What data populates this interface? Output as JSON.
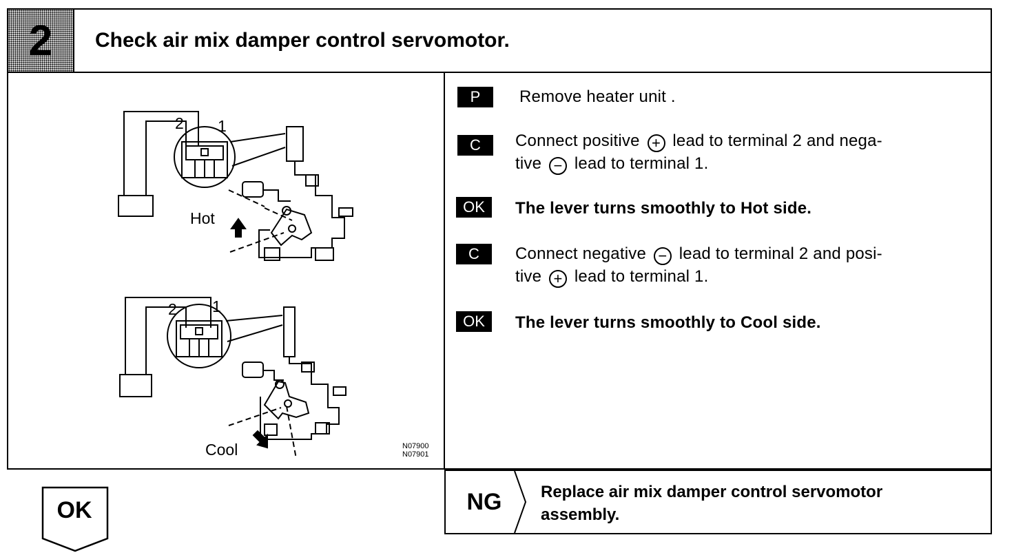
{
  "header": {
    "step_number": "2",
    "title": "Check air mix damper control servomotor."
  },
  "figure": {
    "top": {
      "terminal_2": "2",
      "terminal_1": "1",
      "direction_label": "Hot"
    },
    "bottom": {
      "terminal_2": "2",
      "terminal_1": "1",
      "direction_label": "Cool"
    },
    "codes": [
      "N07900",
      "N07901"
    ]
  },
  "steps": [
    {
      "badge": "P",
      "bold": false,
      "segments": [
        "Remove heater unit ."
      ]
    },
    {
      "badge": "C",
      "bold": false,
      "segments": [
        "Connect positive ",
        "+",
        " lead to terminal 2 and nega-",
        "tive ",
        "−",
        " lead to terminal 1."
      ]
    },
    {
      "badge": "OK",
      "bold": true,
      "segments": [
        "The lever turns smoothly to Hot side."
      ]
    },
    {
      "badge": "C",
      "bold": false,
      "segments": [
        "Connect negative ",
        "−",
        " lead to terminal 2 and posi-",
        "tive ",
        "+",
        " lead to terminal 1."
      ]
    },
    {
      "badge": "OK",
      "bold": true,
      "segments": [
        "The lever turns smoothly to Cool side."
      ]
    }
  ],
  "result": {
    "ok_label": "OK",
    "ng_label": "NG",
    "ng_action_line1": "Replace air mix damper control servomotor",
    "ng_action_line2": "assembly."
  }
}
